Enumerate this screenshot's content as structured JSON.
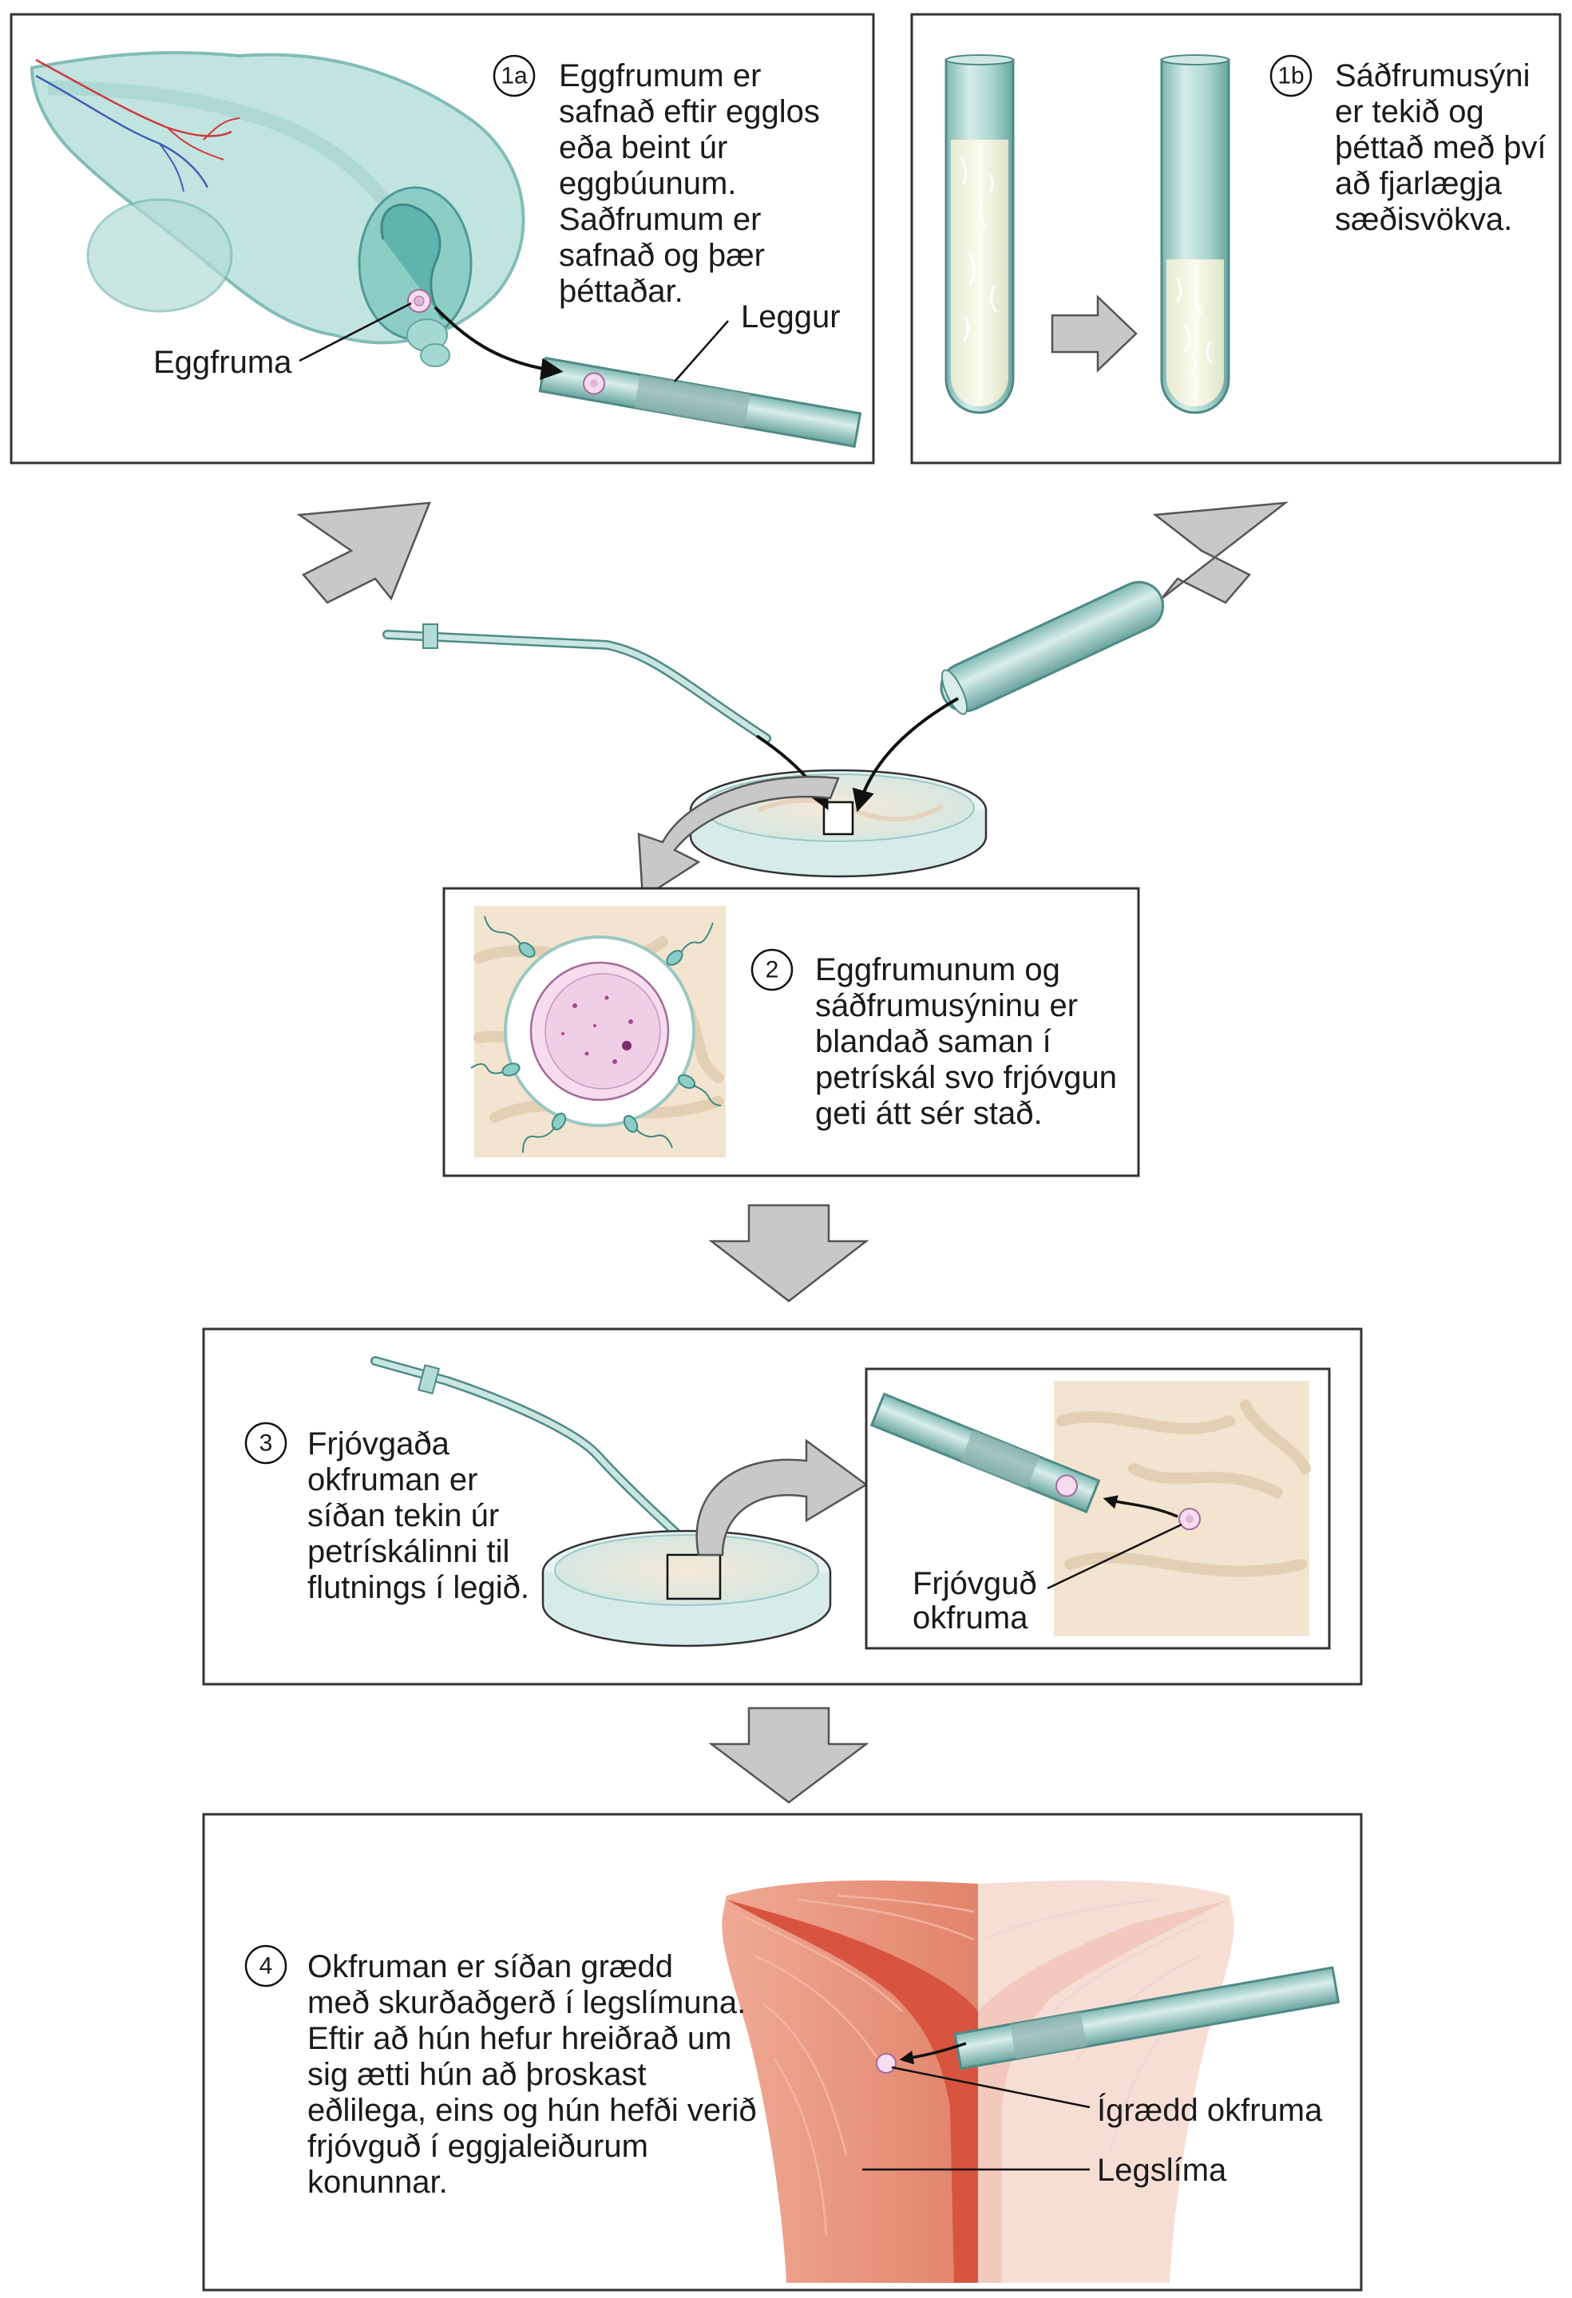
{
  "steps": {
    "s1a": {
      "number": "1a",
      "lines": [
        "Eggfrumum er",
        "safnað eftir egglos",
        "eða beint úr",
        "eggbúunum.",
        "Saðfrumum er",
        "safnað og þær",
        "þéttaðar."
      ]
    },
    "s1b": {
      "number": "1b",
      "lines": [
        "Sáðfrumusýni",
        "er tekið og",
        "þéttað með því",
        "að fjarlægja",
        "sæðisvökva."
      ]
    },
    "s2": {
      "number": "2",
      "lines": [
        "Eggfrumunum og",
        "sáðfrumusýninu er",
        "blandað saman í",
        "petrískál svo frjóvgun",
        "geti átt sér stað."
      ]
    },
    "s3": {
      "number": "3",
      "lines": [
        "Frjóvgaða",
        "okfruman er",
        "síðan tekin úr",
        "petrískálinni til",
        "flutnings í legið."
      ]
    },
    "s4": {
      "number": "4",
      "lines": [
        "Okfruman er síðan grædd",
        "með skurðaðgerð í legslímuna.",
        "Eftir að hún hefur hreiðrað um",
        "sig ætti hún að þroskast",
        "eðlilega, eins og hún hefði verið",
        "frjóvguð í eggjaleiðurum",
        "konunnar."
      ]
    }
  },
  "labels": {
    "eggfruma": "Eggfruma",
    "leggur": "Leggur",
    "frjovgud_line1": "Frjóvguð",
    "frjovgud_line2": "okfruma",
    "igraedd": "Ígrædd okfruma",
    "legslima": "Legslíma"
  },
  "colors": {
    "tube_fill": "#a9d4cf",
    "tube_stroke": "#4f8a86",
    "arrow_fill": "#c8c8c8",
    "arrow_stroke": "#555555",
    "sand": "#f3e4cf",
    "uterus_muscle": "#e88a70",
    "uterus_inner": "#d8543f",
    "egg_membrane": "#f6dcee"
  }
}
